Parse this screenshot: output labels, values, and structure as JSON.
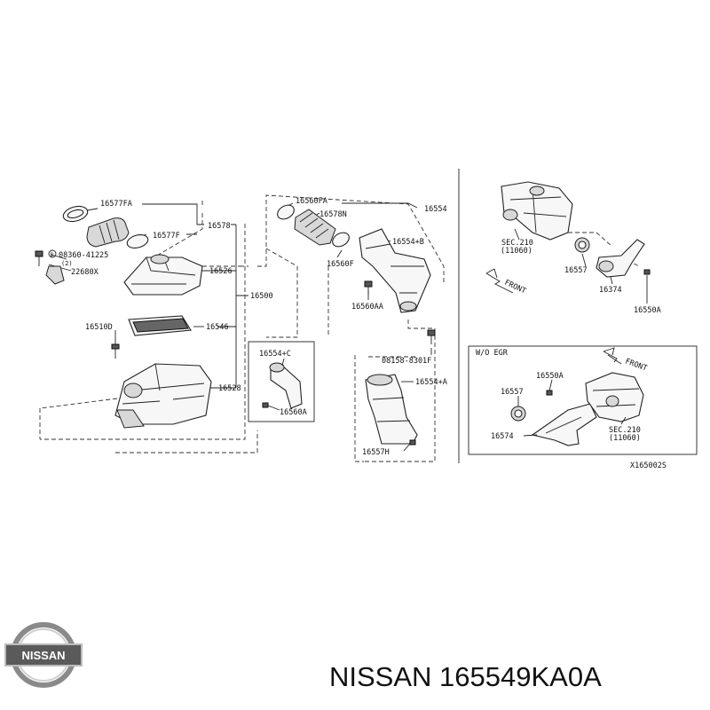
{
  "labels": {
    "l16577FA": "16577FA",
    "l16578": "16578",
    "l16577F": "16577F",
    "l08360": "08360-41225",
    "l08360q": "(2)",
    "l22680X": "22680X",
    "l16526": "16526",
    "l16500": "16500",
    "l16510D": "16510D",
    "l16546": "16546",
    "l16528": "16528",
    "l16560FA": "16560FA",
    "l16578N": "16578N",
    "l16554": "16554",
    "l16554B": "16554+B",
    "l16560F": "16560F",
    "l16560AA": "16560AA",
    "l16554C": "16554+C",
    "l16560A": "16560A",
    "l08158": "08158-8301F",
    "l16554A": "16554+A",
    "l16557H": "16557H",
    "lSEC210a": "SEC.210",
    "l11060a": "(11060)",
    "l16557a": "16557",
    "l16374": "16374",
    "l16550Aa": "16550A",
    "lFronta": "FRONT",
    "lWOEGR": "W/O EGR",
    "lFrontb": "FRONT",
    "l16550Ab": "16550A",
    "l16557b": "16557",
    "l16574": "16574",
    "lSEC210b": "SEC.210",
    "l11060b": "(11060)",
    "lDiagramCode": "X165002S"
  },
  "logo": {
    "text": "NISSAN"
  },
  "caption": "NISSAN 165549KA0A"
}
